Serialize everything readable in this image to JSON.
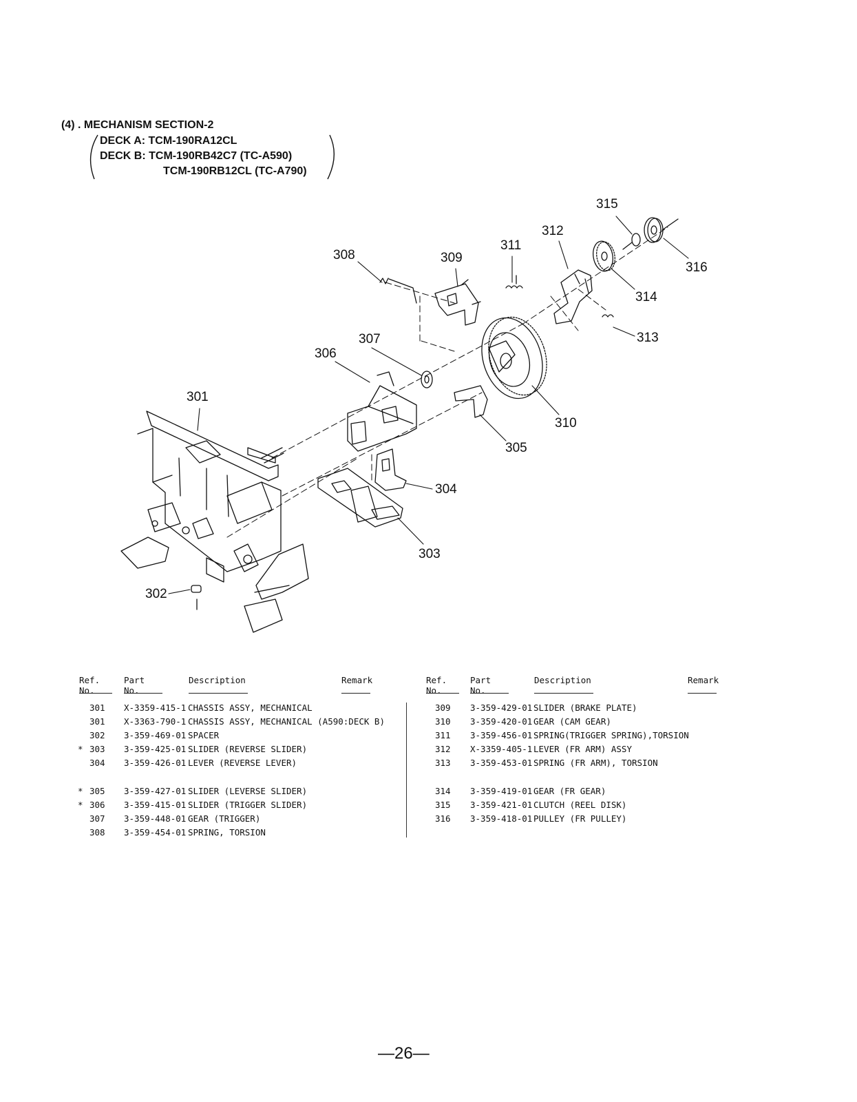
{
  "header": {
    "section": "(4) . MECHANISM SECTION-2",
    "deck_a": "DECK A: TCM-190RA12CL",
    "deck_b": "DECK B: TCM-190RB42C7 (TC-A590)",
    "deck_b2": "TCM-190RB12CL (TC-A790)"
  },
  "diagram": {
    "callouts": [
      "301",
      "302",
      "303",
      "304",
      "305",
      "306",
      "307",
      "308",
      "309",
      "310",
      "311",
      "312",
      "313",
      "314",
      "315",
      "316"
    ]
  },
  "table": {
    "columns": {
      "ref": "Ref. No.",
      "part": "Part No.",
      "desc": "Description",
      "remark": "Remark"
    },
    "left": [
      {
        "mark": "",
        "ref": "301",
        "part": "X-3359-415-1",
        "desc": "CHASSIS ASSY, MECHANICAL"
      },
      {
        "mark": "",
        "ref": "301",
        "part": "X-3363-790-1",
        "desc": "CHASSIS ASSY, MECHANICAL (A590:DECK B)"
      },
      {
        "mark": "",
        "ref": "302",
        "part": "3-359-469-01",
        "desc": "SPACER"
      },
      {
        "mark": "*",
        "ref": "303",
        "part": "3-359-425-01",
        "desc": "SLIDER (REVERSE SLIDER)"
      },
      {
        "mark": "",
        "ref": "304",
        "part": "3-359-426-01",
        "desc": "LEVER (REVERSE LEVER)"
      },
      {
        "mark": "*",
        "ref": "305",
        "part": "3-359-427-01",
        "desc": "SLIDER (LEVERSE SLIDER)"
      },
      {
        "mark": "*",
        "ref": "306",
        "part": "3-359-415-01",
        "desc": "SLIDER (TRIGGER SLIDER)"
      },
      {
        "mark": "",
        "ref": "307",
        "part": "3-359-448-01",
        "desc": "GEAR (TRIGGER)"
      },
      {
        "mark": "",
        "ref": "308",
        "part": "3-359-454-01",
        "desc": "SPRING, TORSION"
      }
    ],
    "right": [
      {
        "mark": "",
        "ref": "309",
        "part": "3-359-429-01",
        "desc": "SLIDER (BRAKE PLATE)"
      },
      {
        "mark": "",
        "ref": "310",
        "part": "3-359-420-01",
        "desc": "GEAR (CAM GEAR)"
      },
      {
        "mark": "",
        "ref": "311",
        "part": "3-359-456-01",
        "desc": "SPRING(TRIGGER SPRING),TORSION"
      },
      {
        "mark": "",
        "ref": "312",
        "part": "X-3359-405-1",
        "desc": "LEVER (FR ARM) ASSY"
      },
      {
        "mark": "",
        "ref": "313",
        "part": "3-359-453-01",
        "desc": "SPRING (FR ARM), TORSION"
      },
      {
        "mark": "",
        "ref": "314",
        "part": "3-359-419-01",
        "desc": "GEAR (FR GEAR)"
      },
      {
        "mark": "",
        "ref": "315",
        "part": "3-359-421-01",
        "desc": "CLUTCH (REEL DISK)"
      },
      {
        "mark": "",
        "ref": "316",
        "part": "3-359-418-01",
        "desc": "PULLEY (FR PULLEY)"
      }
    ]
  },
  "footer": {
    "page": "—26—"
  }
}
